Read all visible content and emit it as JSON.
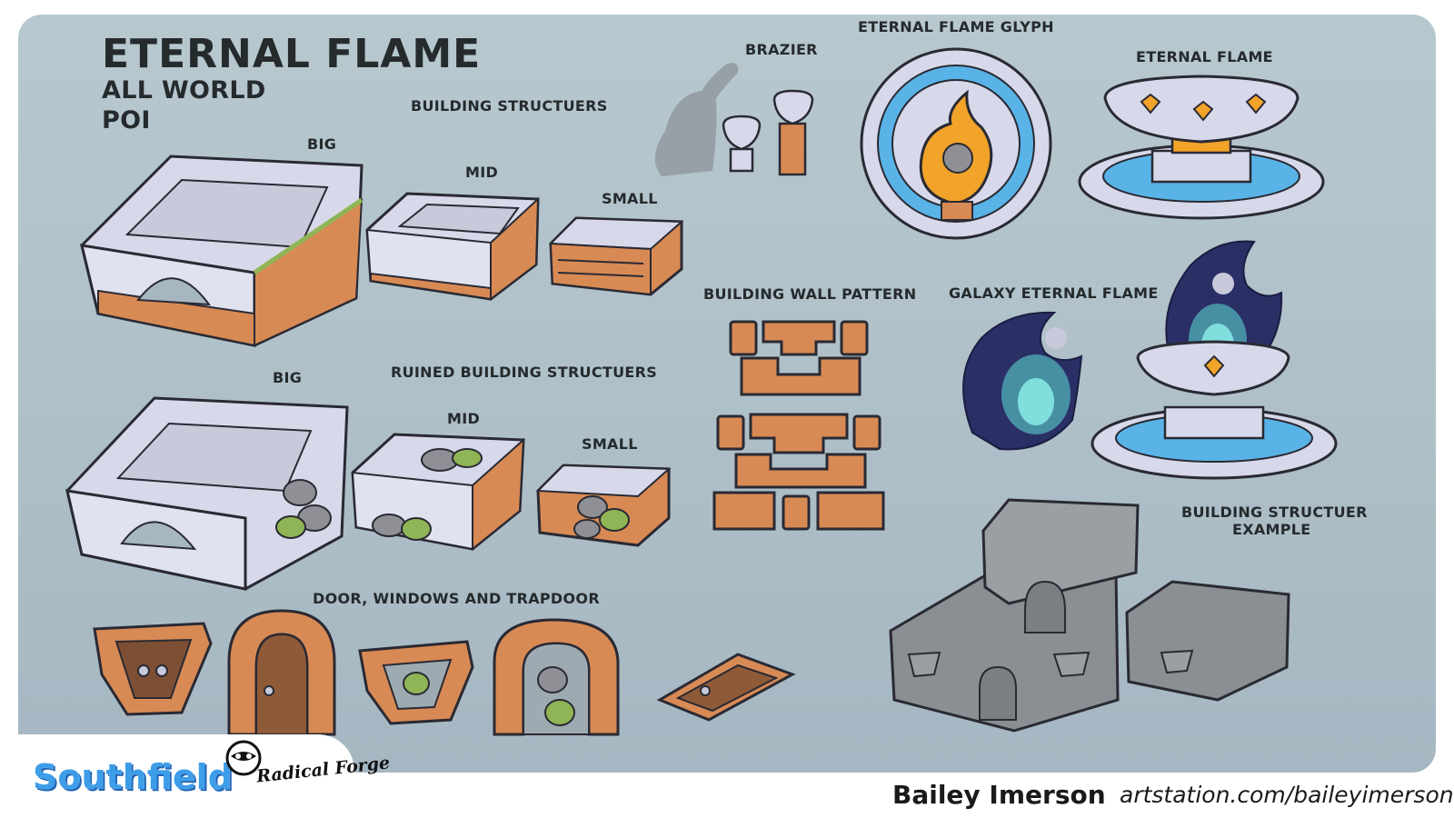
{
  "title": "ETERNAL FLAME",
  "subtitle_lines": [
    "ALL WORLD",
    "POI"
  ],
  "labels": {
    "building_structures": "BUILDING STRUCTUERS",
    "big_1": "BIG",
    "mid_1": "MID",
    "small_1": "SMALL",
    "ruined_structures": "RUINED BUILDING STRUCTUERS",
    "big_2": "BIG",
    "mid_2": "MID",
    "small_2": "SMALL",
    "doors": "DOOR, WINDOWS AND TRAPDOOR",
    "brazier": "BRAZIER",
    "glyph": "ETERNAL FLAME GLYPH",
    "eternal_flame": "ETERNAL FLAME",
    "wall_pattern": "BUILDING WALL PATTERN",
    "galaxy_flame": "GALAXY ETERNAL FLAME",
    "example_line1": "BUILDING STRUCTUER",
    "example_line2": "EXAMPLE"
  },
  "footer": {
    "logo_left": "Southfield",
    "logo_right": "Radical Forge",
    "author": "Bailey Imerson",
    "link": "artstation.com/baileyimerson"
  },
  "colors": {
    "background": "#b3c4cc",
    "stone": "#d7d9ea",
    "brick": "#d88a55",
    "moss": "#8fb556",
    "flame": "#f2a32a",
    "water": "#59b3e6",
    "galaxy": "#2a2f66",
    "ghost_flame": "#5fe0d6",
    "example_gray": "#8a8f94"
  }
}
